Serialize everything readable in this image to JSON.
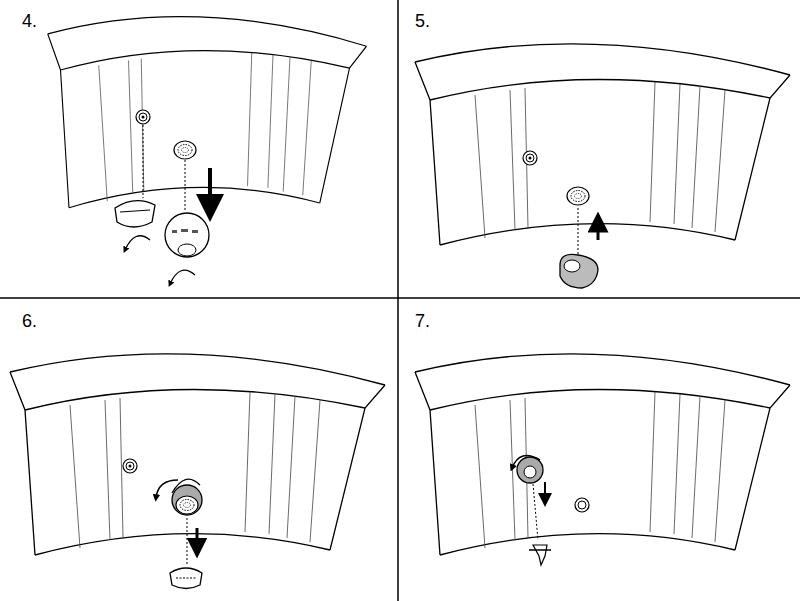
{
  "diagram": {
    "labels": [
      "4.",
      "5.",
      "6.",
      "7."
    ]
  }
}
